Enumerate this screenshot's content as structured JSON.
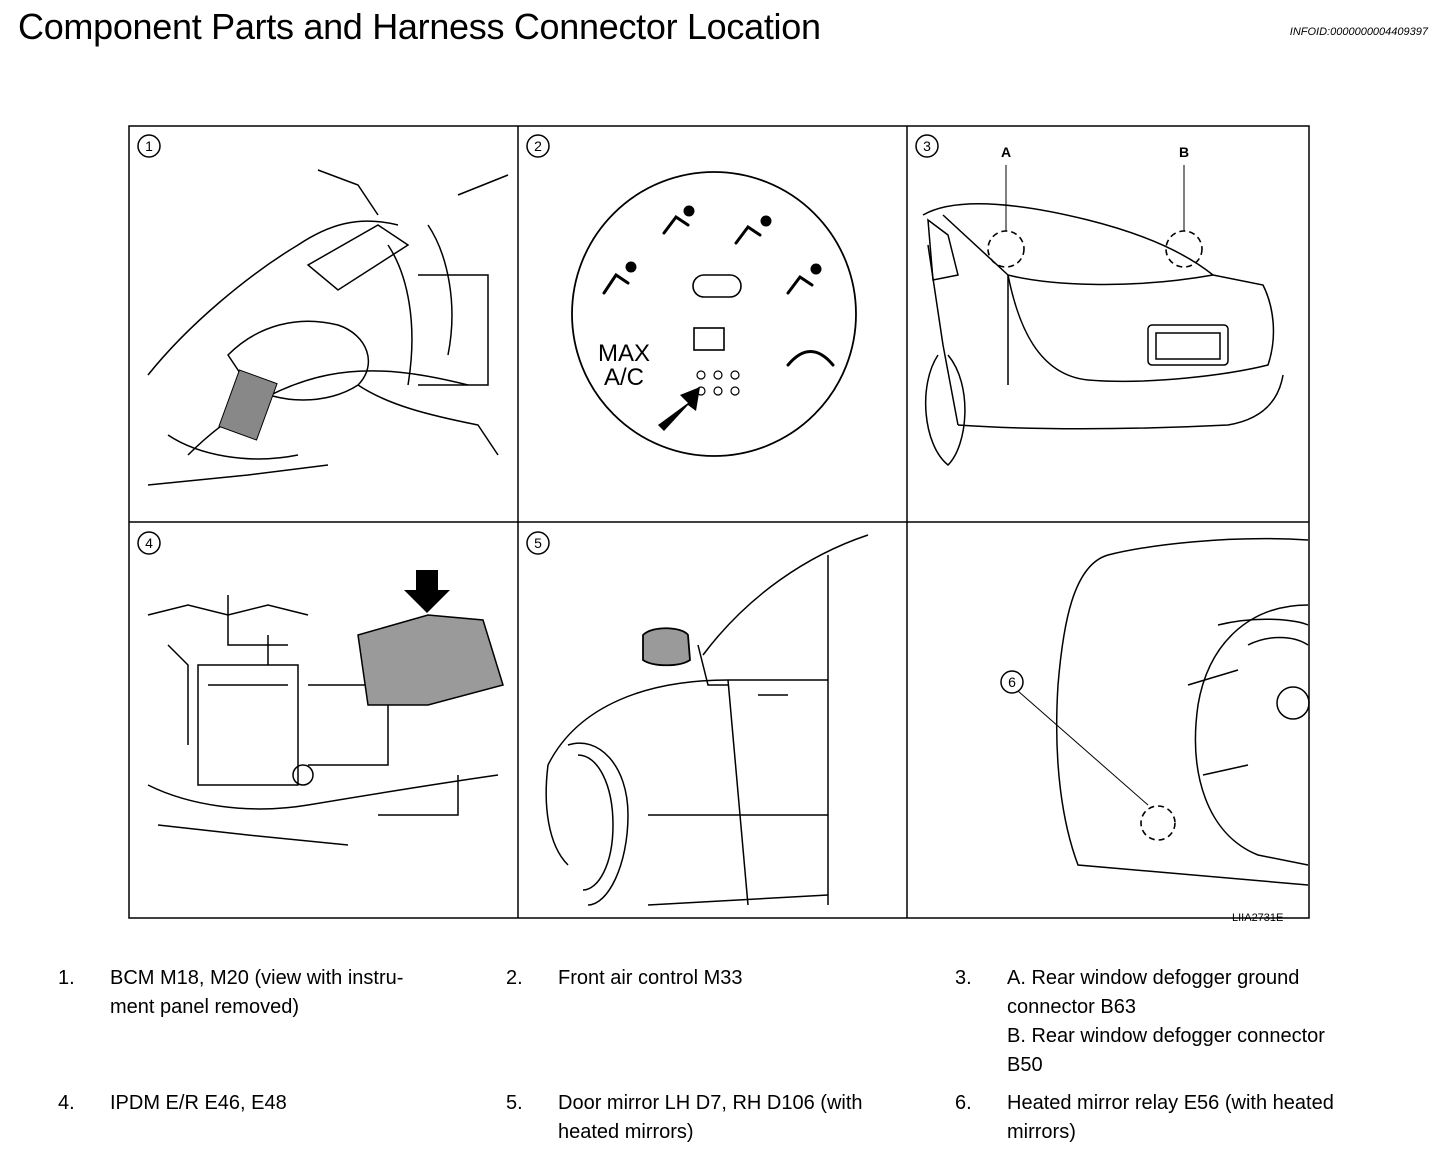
{
  "page": {
    "title": "Component Parts and Harness Connector Location",
    "info_id": "INFOID:0000000004409397",
    "figure_code": "LIIA2731E"
  },
  "panels": [
    {
      "number": "1"
    },
    {
      "number": "2",
      "control_labels": {
        "max": "MAX",
        "ac": "A/C"
      }
    },
    {
      "number": "3",
      "markers": [
        "A",
        "B"
      ]
    },
    {
      "number": "4"
    },
    {
      "number": "5"
    },
    {
      "number": "6"
    }
  ],
  "callouts": [
    {
      "num": "1.",
      "text": "BCM M18, M20 (view with instru-\nment panel removed)"
    },
    {
      "num": "2.",
      "text": "Front air control M33"
    },
    {
      "num": "3.",
      "text": "A. Rear window defogger ground\nconnector B63\nB. Rear window defogger connector\nB50"
    },
    {
      "num": "4.",
      "text": "IPDM E/R E46, E48"
    },
    {
      "num": "5.",
      "text": "Door mirror LH D7, RH D106 (with\nheated mirrors)"
    },
    {
      "num": "6.",
      "text": "Heated mirror relay E56 (with heated\nmirrors)"
    }
  ]
}
